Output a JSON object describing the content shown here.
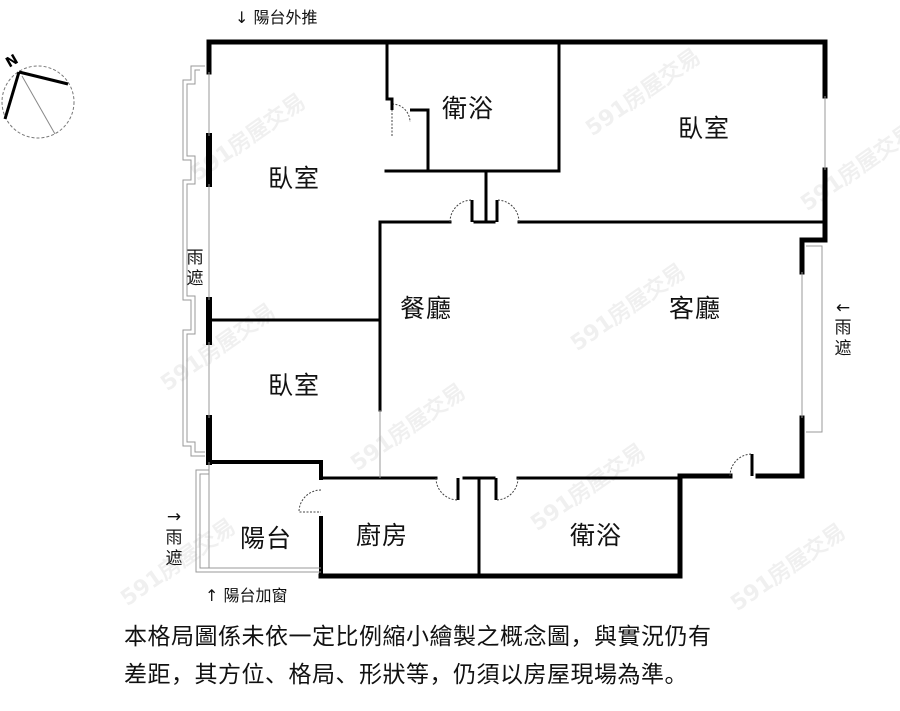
{
  "floorplan": {
    "compass": {
      "north_label": "N"
    },
    "annotations": {
      "top_balcony": "↓ 陽台外推",
      "bottom_balcony": "↑ 陽台加窗",
      "left_canopy_upper": "雨遮",
      "left_canopy_lower_arrow": "→",
      "left_canopy_lower": "雨遮",
      "right_canopy_arrow": "←",
      "right_canopy": "雨遮"
    },
    "rooms": [
      {
        "id": "bedroom-top-left",
        "label": "臥室"
      },
      {
        "id": "bathroom-top",
        "label": "衛浴"
      },
      {
        "id": "bedroom-top-right",
        "label": "臥室"
      },
      {
        "id": "dining-room",
        "label": "餐廳"
      },
      {
        "id": "living-room",
        "label": "客廳"
      },
      {
        "id": "bedroom-mid-left",
        "label": "臥室"
      },
      {
        "id": "balcony",
        "label": "陽台"
      },
      {
        "id": "kitchen",
        "label": "廚房"
      },
      {
        "id": "bathroom-bottom",
        "label": "衛浴"
      }
    ],
    "watermark": "591房屋交易",
    "disclaimer": {
      "line1": "本格局圖係未依一定比例縮小繪製之概念圖，與實況仍有",
      "line2": "差距，其方位、格局、形狀等，仍須以房屋現場為準。"
    },
    "colors": {
      "wall": "#000000",
      "window": "#9a9a9a",
      "door_arc": "#555555",
      "background": "#ffffff"
    }
  }
}
